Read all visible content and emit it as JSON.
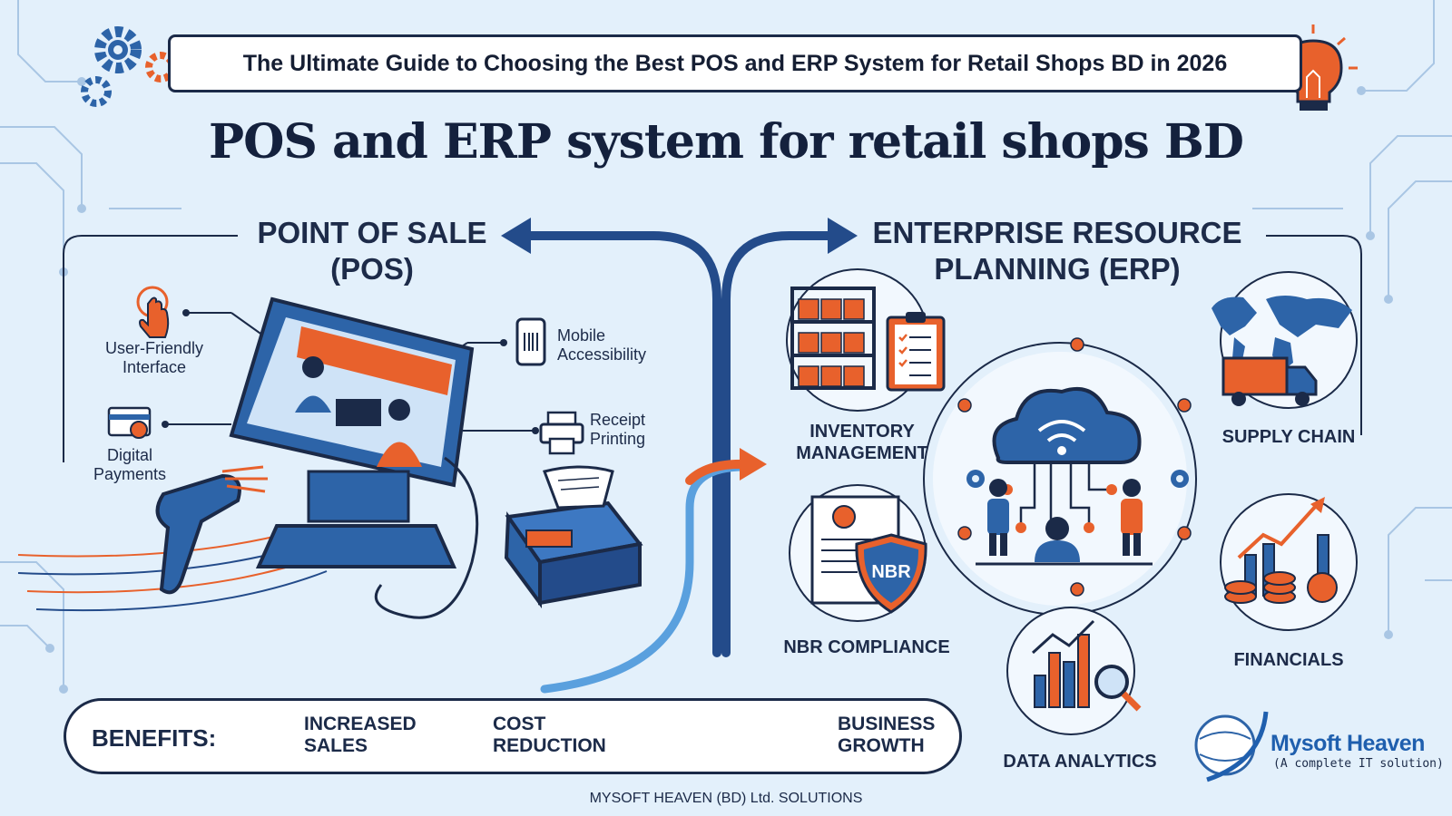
{
  "banner": {
    "title": "The Ultimate Guide to Choosing the Best POS and ERP System for Retail Shops BD in 2026"
  },
  "main_title": "POS and ERP system for retail shops BD",
  "pos": {
    "heading_line1": "POINT OF SALE",
    "heading_line2": "(POS)",
    "features": {
      "user_friendly_line1": "User-Friendly",
      "user_friendly_line2": "Interface",
      "digital_line1": "Digital",
      "digital_line2": "Payments",
      "mobile_line1": "Mobile",
      "mobile_line2": "Accessibility",
      "receipt_line1": "Receipt",
      "receipt_line2": "Printing"
    }
  },
  "erp": {
    "heading_line1": "ENTERPRISE RESOURCE",
    "heading_line2": "PLANNING (ERP)",
    "modules": {
      "inventory_line1": "INVENTORY",
      "inventory_line2": "MANAGEMENT",
      "supply_chain": "SUPPLY CHAIN",
      "nbr_compliance": "NBR COMPLIANCE",
      "financials": "FINANCIALS",
      "data_analytics": "DATA ANALYTICS"
    },
    "nbr_badge": "NBR"
  },
  "benefits": {
    "title": "BENEFITS:",
    "sales_line1": "INCREASED",
    "sales_line2": "SALES",
    "cost_line1": "COST",
    "cost_line2": "REDUCTION",
    "growth_line1": "BUSINESS",
    "growth_line2": "GROWTH"
  },
  "footer": "MYSOFT HEAVEN (BD) Ltd. SOLUTIONS",
  "brand": {
    "name": "Mysoft Heaven",
    "tagline": "(A complete IT solution)"
  },
  "colors": {
    "navy": "#1b2a48",
    "blue": "#2d64a8",
    "orange": "#e8612c",
    "background": "#e3f0fb"
  }
}
